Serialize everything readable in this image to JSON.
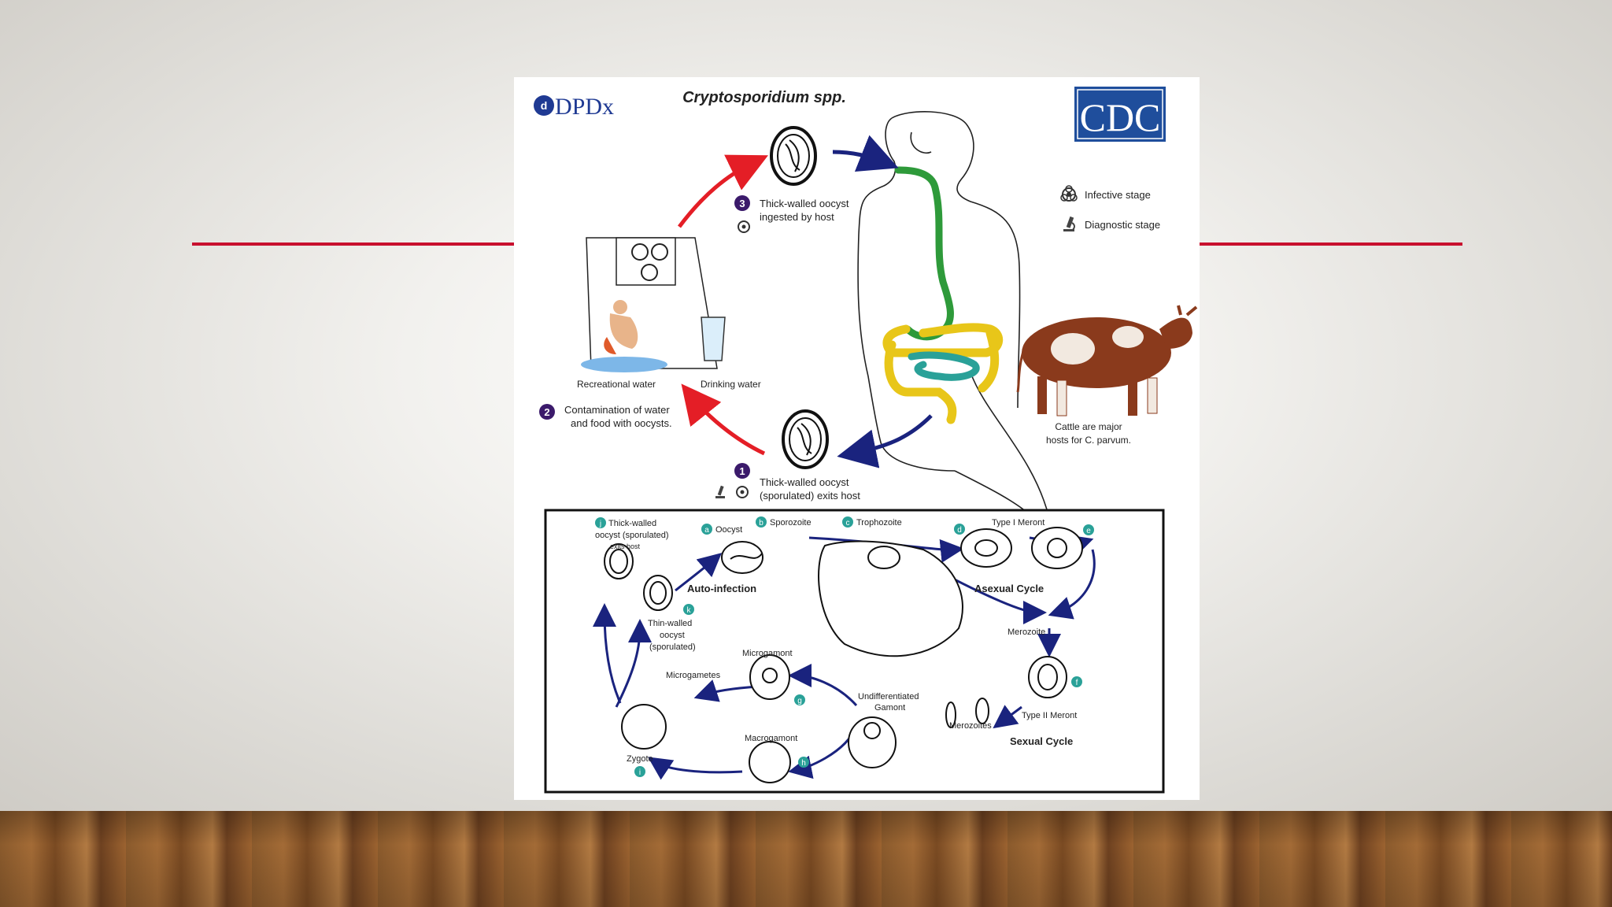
{
  "title": "Cryptosporidium spp.",
  "logos": {
    "dpdx": "DPDx",
    "cdc": "CDC"
  },
  "legend": {
    "infective": "Infective stage",
    "diagnostic": "Diagnostic stage"
  },
  "steps": {
    "s1": {
      "num": "1",
      "line1": "Thick-walled oocyst",
      "line2": "(sporulated) exits host"
    },
    "s2": {
      "num": "2",
      "line1": "Contamination of water",
      "line2": "and food with oocysts."
    },
    "s3": {
      "num": "3",
      "line1": "Thick-walled oocyst",
      "line2": "ingested by host"
    }
  },
  "sources": {
    "recreational": "Recreational water",
    "drinking": "Drinking water"
  },
  "cattle": {
    "line1": "Cattle are major",
    "line2": "hosts for C. parvum."
  },
  "inset": {
    "j": {
      "letter": "j",
      "line1": "Thick-walled",
      "line2": "oocyst (sporulated)",
      "line3": "exits host"
    },
    "a": {
      "letter": "a",
      "label": "Oocyst"
    },
    "b": {
      "letter": "b",
      "label": "Sporozoite"
    },
    "c": {
      "letter": "c",
      "label": "Trophozoite"
    },
    "d": {
      "letter": "d",
      "label": "Type I Meront"
    },
    "e": {
      "letter": "e"
    },
    "k": {
      "letter": "k",
      "line1": "Thin-walled",
      "line2": "oocyst",
      "line3": "(sporulated)"
    },
    "f": {
      "letter": "f",
      "label": "Type II Meront"
    },
    "g": {
      "letter": "g",
      "label": "Microgamont"
    },
    "h": {
      "letter": "h",
      "label": "Macrogamont"
    },
    "i": {
      "letter": "i",
      "label": "Zygote"
    },
    "auto": "Auto-infection",
    "asexual": "Asexual Cycle",
    "sexual": "Sexual Cycle",
    "merozoite": "Merozoite",
    "merozoites": "Merozoites",
    "microgametes": "Microgametes",
    "undiff1": "Undifferentiated",
    "undiff2": "Gamont"
  },
  "colors": {
    "accent_red": "#c8102e",
    "arrow_blue": "#1a237e",
    "arrow_red": "#e41e26",
    "num_purple": "#3b1a6b",
    "letter_teal": "#2aa198"
  }
}
